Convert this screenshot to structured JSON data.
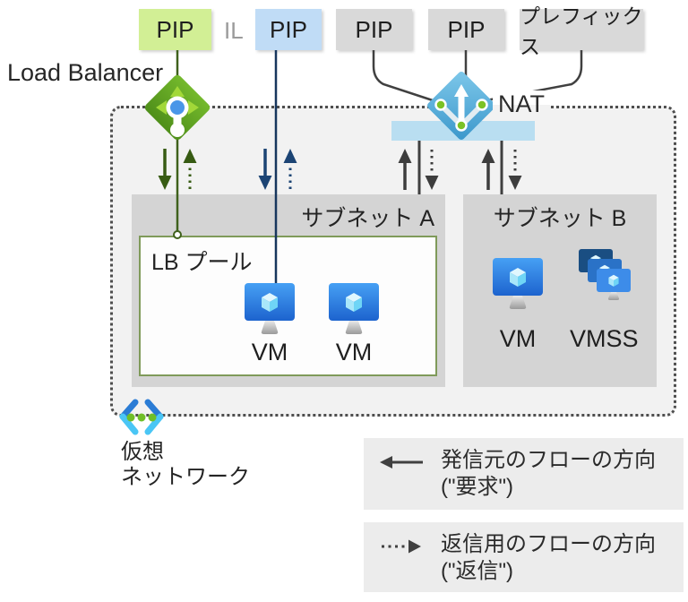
{
  "diagram": {
    "load_balancer_label": "Load Balancer",
    "nat_label": "NAT",
    "pip_lb": "PIP",
    "il_label": "IL",
    "pip_il": "PIP",
    "pip_nat_1": "PIP",
    "pip_nat_2": "PIP",
    "prefix_label": "プレフィックス",
    "subnet_a_label": "サブネット A",
    "subnet_b_label": "サブネット B",
    "lb_pool_label": "LB プール",
    "vm_label_1": "VM",
    "vm_label_2": "VM",
    "vm_label_b": "VM",
    "vmss_label": "VMSS",
    "vnet_label_line1": "仮想",
    "vnet_label_line2": "ネットワーク"
  },
  "legend": {
    "request_line1": "発信元のフローの方向",
    "request_line2": "(\"要求\")",
    "reply_line1": "返信用のフローの方向",
    "reply_line2": "(\"返信\")"
  },
  "icons": {
    "load_balancer": "load-balancer-icon",
    "nat_gateway": "nat-gateway-icon",
    "virtual_machine": "vm-icon",
    "vm_scale_set": "vmss-icon",
    "virtual_network": "virtual-network-icon"
  },
  "colors": {
    "pip_green_bg": "#d2ef95",
    "pip_blue_bg": "#c0dcf6",
    "gray_box_bg": "#d9d9d9",
    "vnet_fill": "#f2f2f2",
    "subnet_fill": "#d4d4d4",
    "lb_pool_border": "#7f9a5a",
    "lb_line_green": "#3f611c",
    "il_line_navy": "#17365d",
    "nat_line_gray": "#404040",
    "nat_bar_blue": "#b9def1",
    "lb_icon_green": "#5fa023",
    "nat_icon_blue": "#4aa3d3",
    "legend_bg": "#ececec"
  }
}
